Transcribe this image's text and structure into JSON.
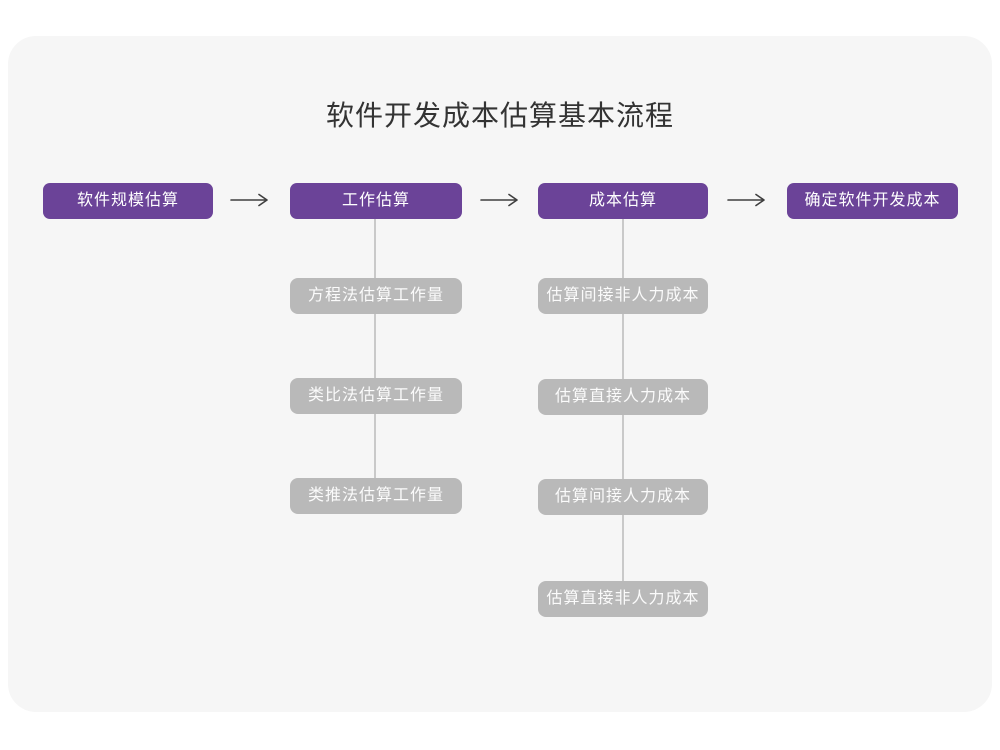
{
  "title": "软件开发成本估算基本流程",
  "colors": {
    "page_background": "#ffffff",
    "card_background": "#f6f6f6",
    "primary_node": "#6b4398",
    "secondary_node": "#b9b9b9",
    "connector_line": "#c9c9c9",
    "arrow": "#3f3f3f",
    "title_text": "#333333",
    "node_text": "#ffffff"
  },
  "flow": {
    "nodes": [
      {
        "label": "软件规模估算"
      },
      {
        "label": "工作估算"
      },
      {
        "label": "成本估算"
      },
      {
        "label": "确定软件开发成本"
      }
    ],
    "arrow_count": 3
  },
  "branches": [
    {
      "parent": "工作估算",
      "items": [
        {
          "label": "方程法估算工作量"
        },
        {
          "label": "类比法估算工作量"
        },
        {
          "label": "类推法估算工作量"
        }
      ]
    },
    {
      "parent": "成本估算",
      "items": [
        {
          "label": "估算间接非人力成本"
        },
        {
          "label": "估算直接人力成本"
        },
        {
          "label": "估算间接人力成本"
        },
        {
          "label": "估算直接非人力成本"
        }
      ]
    }
  ]
}
